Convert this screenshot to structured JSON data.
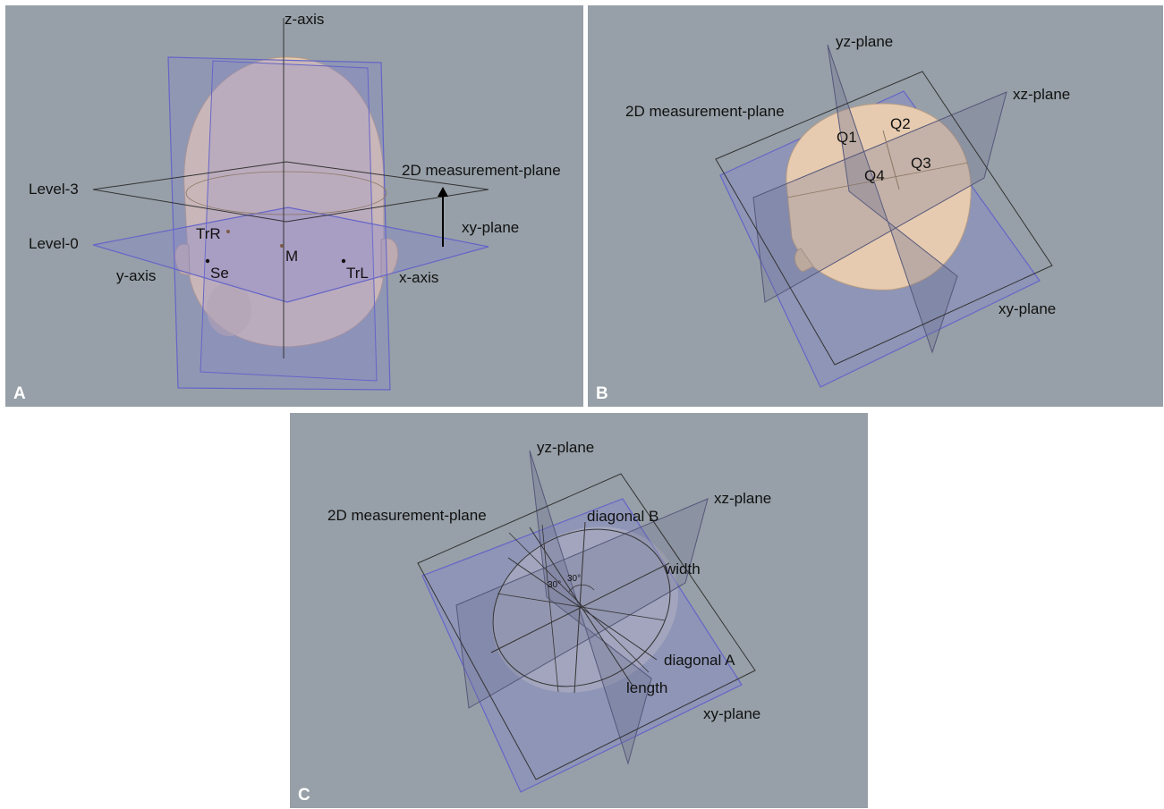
{
  "colors": {
    "panel_bg": "#97a0a8",
    "plane_fill": "#7e80d0",
    "plane_stroke": "#6565c8",
    "head_skin": "#e6cbb0",
    "line": "#333333"
  },
  "panels": {
    "A": {
      "letter": "A",
      "labels": {
        "z_axis": "z-axis",
        "measurement_plane": "2D measurement-plane",
        "level3": "Level-3",
        "level0": "Level-0",
        "xy_plane": "xy-plane",
        "y_axis": "y-axis",
        "x_axis": "x-axis",
        "trr": "TrR",
        "m": "M",
        "se": "Se",
        "trl": "TrL"
      }
    },
    "B": {
      "letter": "B",
      "labels": {
        "yz_plane": "yz-plane",
        "xz_plane": "xz-plane",
        "measurement_plane": "2D measurement-plane",
        "xy_plane": "xy-plane",
        "q1": "Q1",
        "q2": "Q2",
        "q3": "Q3",
        "q4": "Q4"
      }
    },
    "C": {
      "letter": "C",
      "labels": {
        "yz_plane": "yz-plane",
        "xz_plane": "xz-plane",
        "measurement_plane": "2D measurement-plane",
        "diagonal_b": "diagonal B",
        "width": "width",
        "angle_left": "30°",
        "angle_right": "30°",
        "diagonal_a": "diagonal A",
        "length": "length",
        "xy_plane": "xy-plane"
      }
    }
  }
}
